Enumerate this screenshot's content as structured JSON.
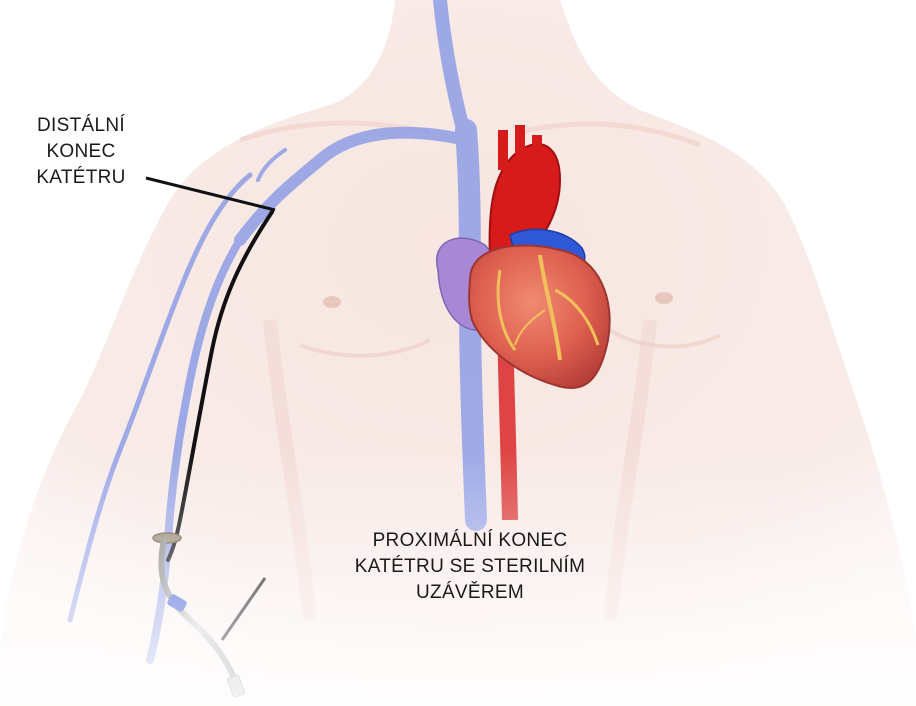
{
  "labels": {
    "distal": [
      "DISTÁLNÍ",
      "KONEC",
      "KATÉTRU"
    ],
    "proximal": [
      "PROXIMÁLNÍ KONEC",
      "KATÉTRU SE STERILNÍM",
      "UZÁVĚREM"
    ]
  },
  "colors": {
    "skin": "#f6e3de",
    "vein": "#8e9ee6",
    "catheter": "#111111",
    "artery": "#d71a1a",
    "heart_muscle": "#e36a5a",
    "pulmonary": "#2f58d6",
    "atrium": "#a888d6",
    "hub_metal": "#a9a9a9"
  }
}
